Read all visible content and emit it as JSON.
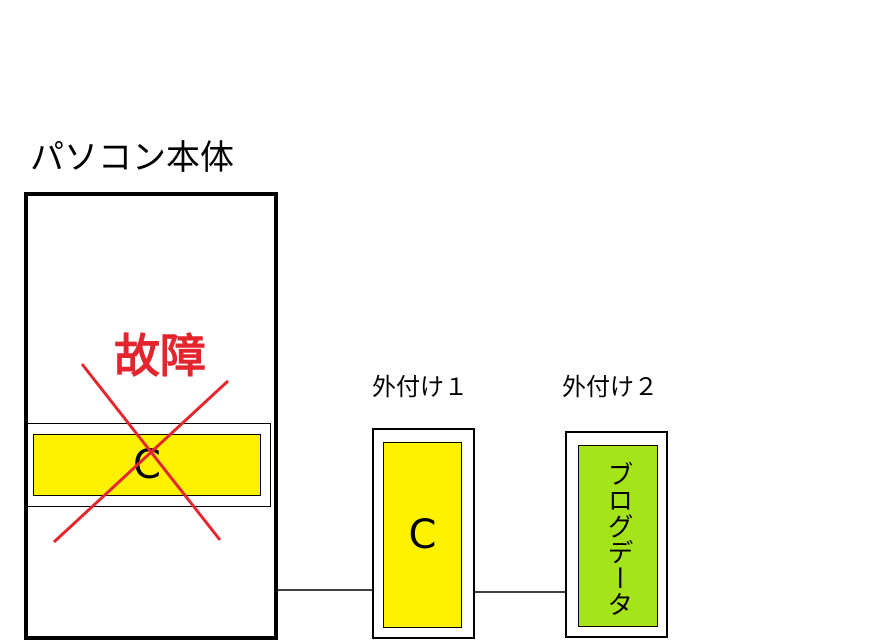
{
  "diagram": {
    "pc": {
      "title": "パソコン本体",
      "status_label": "故障",
      "internal_drive_letter": "C"
    },
    "external1": {
      "label": "外付け１",
      "drive_letter": "C"
    },
    "external2": {
      "label": "外付け２",
      "content": "ブログデータ"
    },
    "colors": {
      "drive_yellow": "#fff200",
      "data_green": "#a5e31a",
      "failure_red": "#e3262d",
      "line_black": "#000000"
    }
  }
}
